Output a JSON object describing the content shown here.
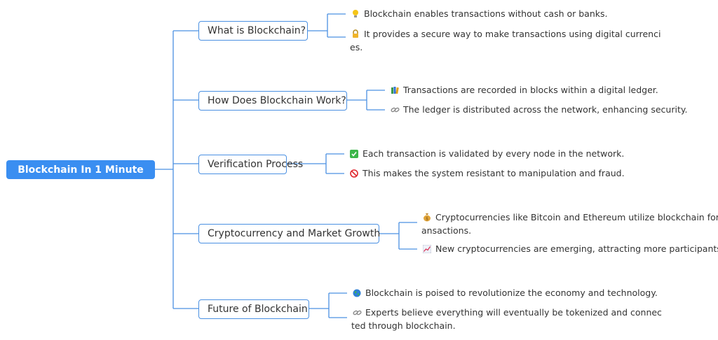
{
  "root": {
    "label": "Blockchain In 1 Minute"
  },
  "branches": [
    {
      "label": "What is Blockchain?",
      "leaves": [
        {
          "icon": "lightbulb-icon",
          "text": "Blockchain enables transactions without cash or banks.",
          "cont": ""
        },
        {
          "icon": "lock-icon",
          "text": "It provides a secure way to make transactions using digital currenci",
          "cont": "es."
        }
      ]
    },
    {
      "label": "How Does Blockchain Work?",
      "leaves": [
        {
          "icon": "books-icon",
          "text": "Transactions are recorded in blocks within a digital ledger.",
          "cont": ""
        },
        {
          "icon": "link-icon",
          "text": "The ledger is distributed across the network, enhancing security.",
          "cont": ""
        }
      ]
    },
    {
      "label": "Verification Process",
      "leaves": [
        {
          "icon": "check-box-icon",
          "text": "Each transaction is validated by every node in the network.",
          "cont": ""
        },
        {
          "icon": "prohibited-icon",
          "text": "This makes the system resistant to manipulation and fraud.",
          "cont": ""
        }
      ]
    },
    {
      "label": "Cryptocurrency and Market Growth",
      "leaves": [
        {
          "icon": "money-bag-icon",
          "text": "Cryptocurrencies like Bitcoin and Ethereum utilize blockchain for tr",
          "cont": "ansactions."
        },
        {
          "icon": "chart-up-icon",
          "text": "New cryptocurrencies are emerging, attracting more participants.",
          "cont": ""
        }
      ]
    },
    {
      "label": "Future of Blockchain",
      "leaves": [
        {
          "icon": "globe-icon",
          "text": "Blockchain is poised to revolutionize the economy and technology.",
          "cont": ""
        },
        {
          "icon": "link-icon",
          "text": "Experts believe everything will eventually be tokenized and connec",
          "cont": "ted through blockchain."
        }
      ]
    }
  ],
  "colors": {
    "accent": "#3a8ef1",
    "line": "#4a90e2",
    "text": "#333333"
  }
}
